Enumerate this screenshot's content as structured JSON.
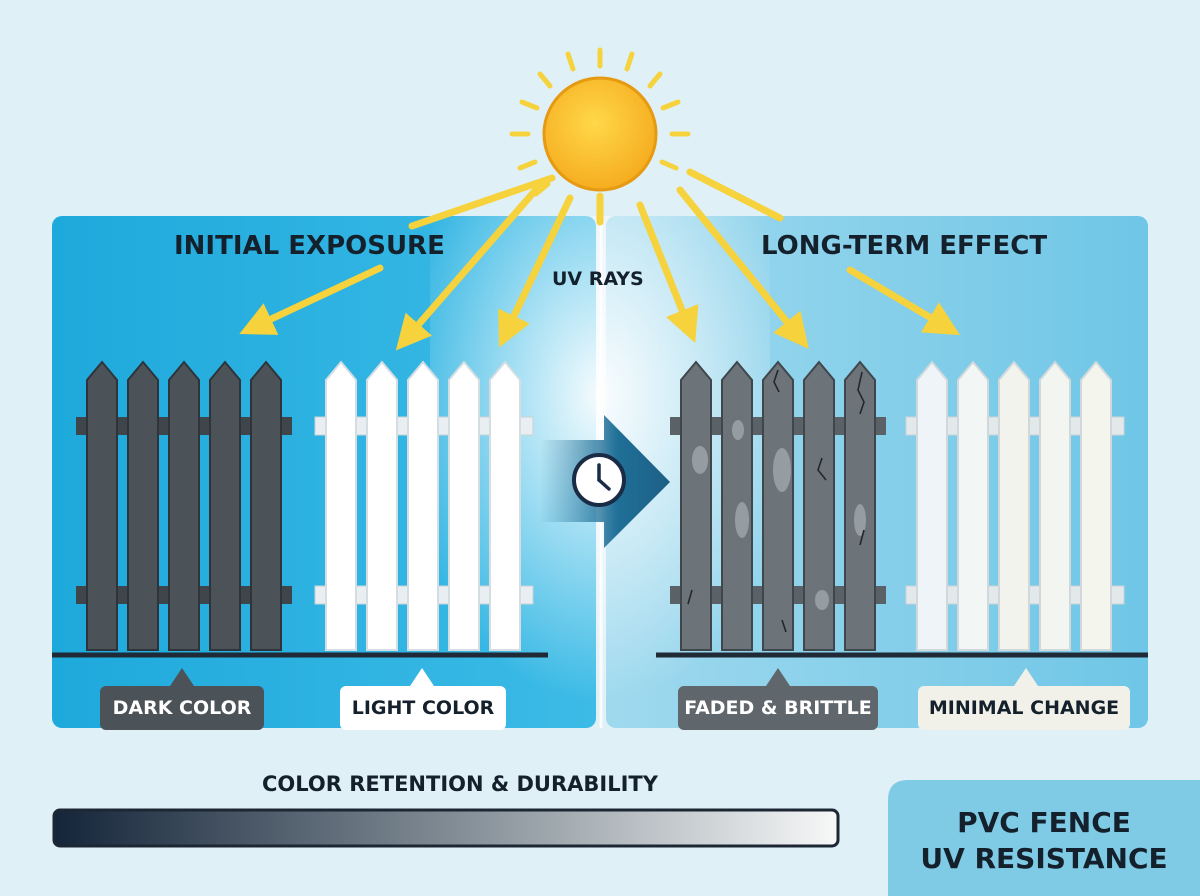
{
  "headings": {
    "left": "INITIAL EXPOSURE",
    "right": "LONG-TERM EFFECT",
    "rays": "UV RAYS"
  },
  "tags": {
    "dark": "DARK COLOR",
    "light": "LIGHT COLOR",
    "faded": "FADED & BRITTLE",
    "minimal": "MINIMAL CHANGE"
  },
  "gradient": {
    "title": "COLOR RETENTION & DURABILITY"
  },
  "badge": {
    "line1": "PVC FENCE",
    "line2": "UV RESISTANCE"
  },
  "icons": {
    "sun": "sun-icon",
    "clock": "clock-icon",
    "arrow": "right-arrow-icon"
  },
  "colors": {
    "sun": "#f7b726",
    "ray": "#f6d23c",
    "panel_left": "#2bb3e3",
    "panel_right": "#7ccbe8",
    "dark_fence": "#4b5258",
    "light_fence": "#ffffff",
    "badge_bg": "#7fcbe6"
  }
}
